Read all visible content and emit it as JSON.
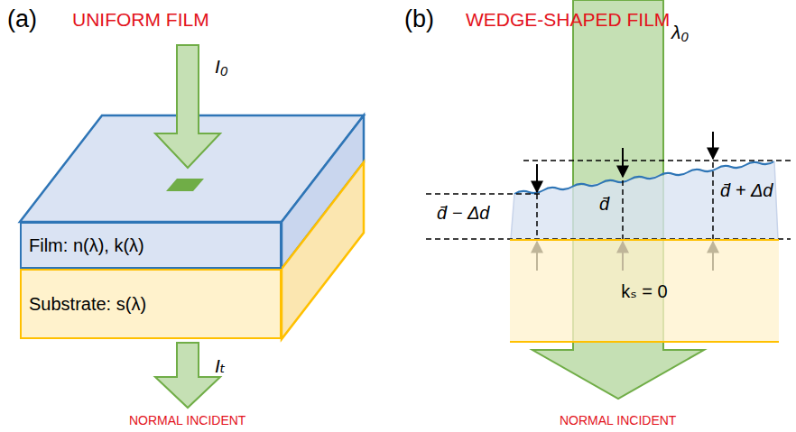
{
  "diagram": {
    "nodes": [
      {
        "text": [
          "Film: n(λ), k(λ)"
        ]
      },
      {
        "text": [
          "Substrate: s(λ)"
        ]
      },
      {
        "text": [
          "kₛ = 0"
        ]
      }
    ],
    "labels": [
      "(a)",
      "UNIFORM FILM",
      "I₀",
      "Iₜ",
      "NORMAL INCIDENT",
      "(b)",
      "WEDGE-SHAPED FILM",
      "λ₀",
      "d̄ − Δd",
      "d̄",
      "d̄ + Δd",
      "NORMAL INCIDENT"
    ]
  }
}
